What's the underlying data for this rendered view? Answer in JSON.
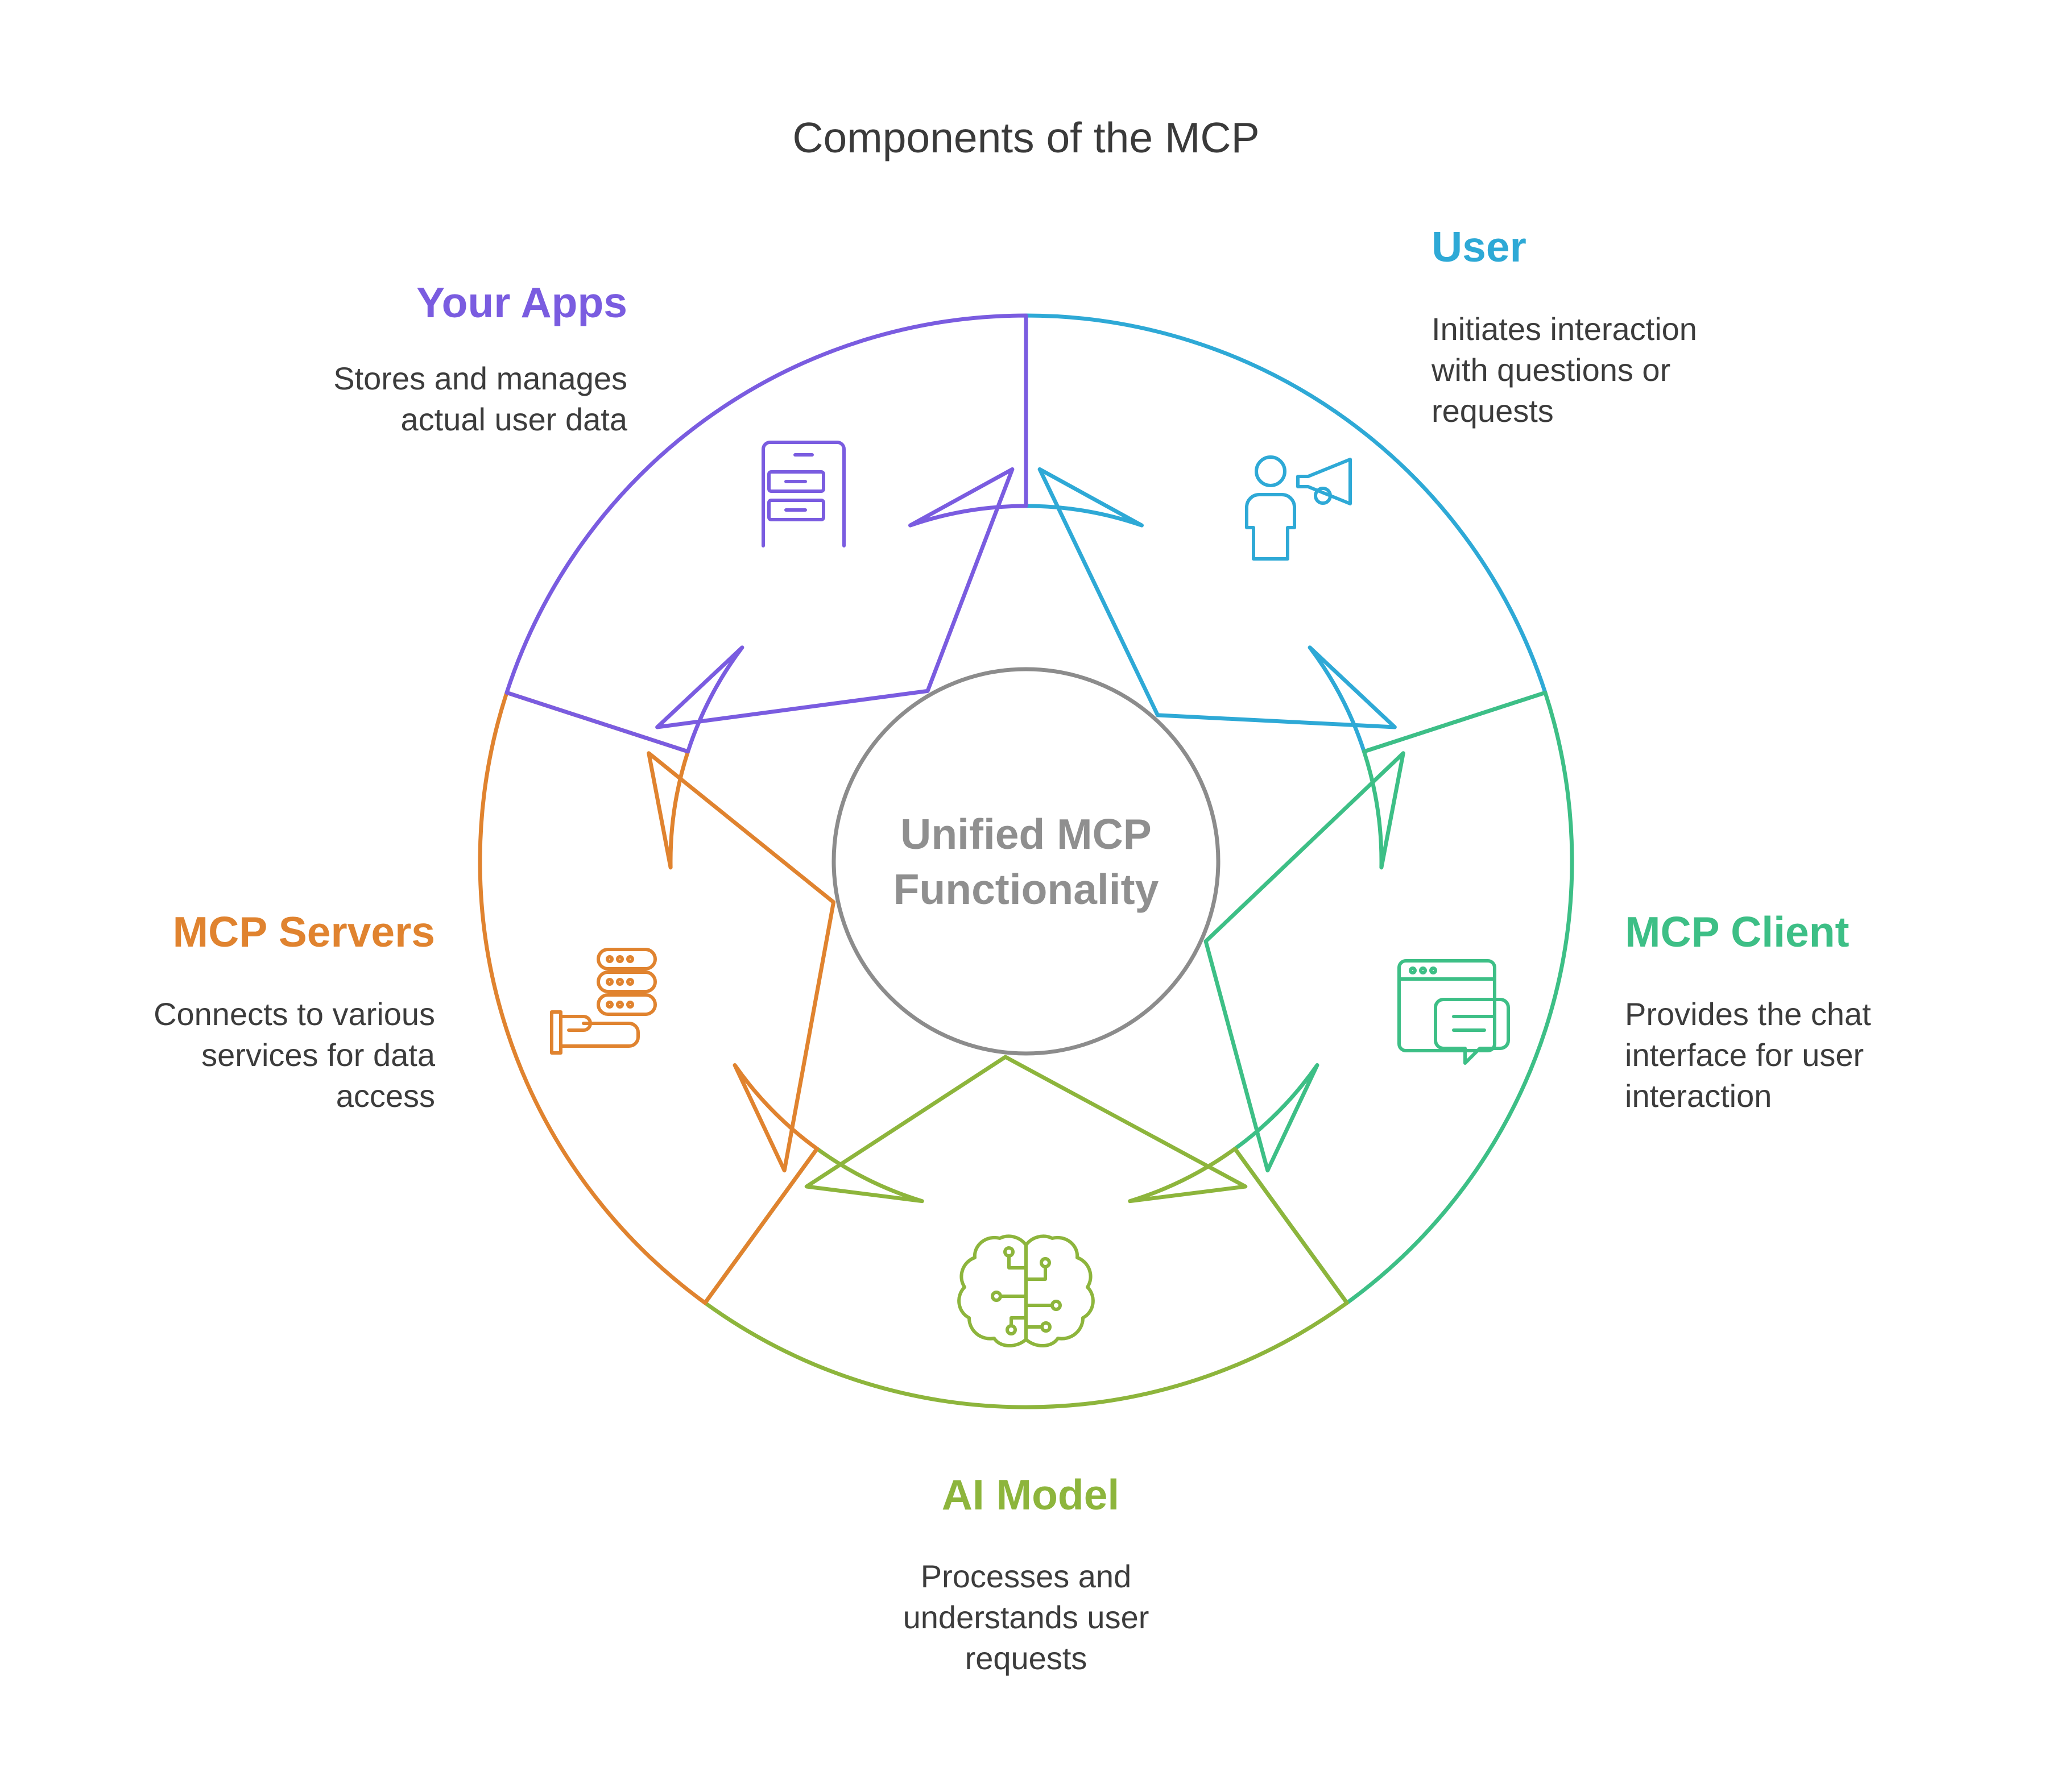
{
  "title": "Components of the MCP",
  "center": {
    "line1": "Unified MCP",
    "line2": "Functionality",
    "color": "#8c8c8c"
  },
  "segments": [
    {
      "key": "user",
      "title": "User",
      "color": "#2ea9d6",
      "icon": "person-megaphone-icon",
      "description": [
        "Initiates interaction",
        "with questions or",
        "requests"
      ]
    },
    {
      "key": "mcp_client",
      "title": "MCP Client",
      "color": "#3dbf86",
      "icon": "chat-window-icon",
      "description": [
        "Provides the chat",
        "interface for user",
        "interaction"
      ]
    },
    {
      "key": "ai_model",
      "title": "AI Model",
      "color": "#8db53c",
      "icon": "circuit-brain-icon",
      "description": [
        "Processes and",
        "understands user",
        "requests"
      ]
    },
    {
      "key": "mcp_servers",
      "title": "MCP Servers",
      "color": "#e0832f",
      "icon": "hand-server-stack-icon",
      "description": [
        "Connects to various",
        "services for data",
        "access"
      ]
    },
    {
      "key": "your_apps",
      "title": "Your Apps",
      "color": "#7a5ce0",
      "icon": "file-cabinet-icon",
      "description": [
        "Stores and manages",
        "actual user data"
      ]
    }
  ]
}
